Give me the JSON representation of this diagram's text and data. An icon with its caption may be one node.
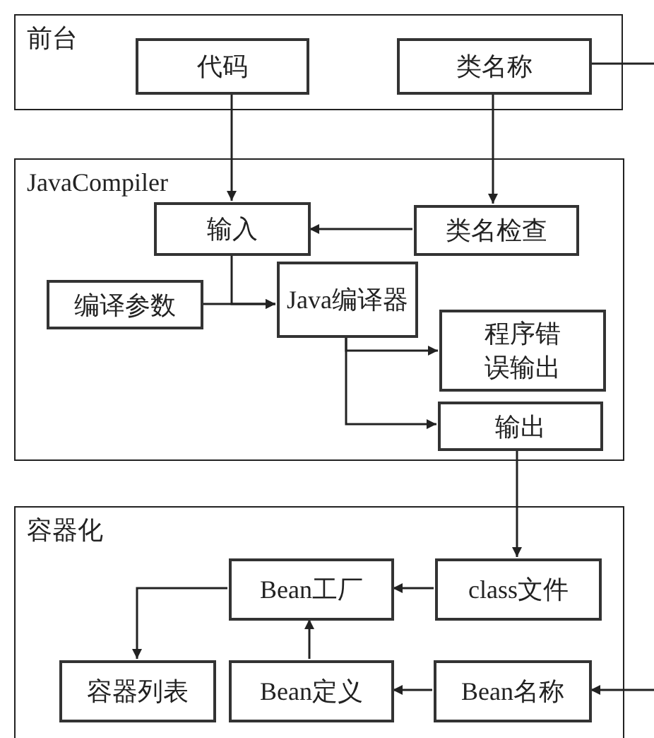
{
  "diagram": {
    "nodes": [
      {
        "text": [
          "前台"
        ]
      },
      {
        "text": [
          "代码"
        ],
        "in": 0
      },
      {
        "text": [
          "类名称"
        ],
        "in": 0
      },
      {
        "text": [
          "JavaCompiler"
        ]
      },
      {
        "text": [
          "输入"
        ],
        "in": 3
      },
      {
        "text": [
          "类名检查"
        ],
        "in": 3
      },
      {
        "text": [
          "编译参数"
        ],
        "in": 3
      },
      {
        "text": [
          "Java编译器"
        ],
        "in": 3
      },
      {
        "text": [
          "程序错误输出"
        ],
        "in": 3
      },
      {
        "text": [
          "输出"
        ],
        "in": 3
      },
      {
        "text": [
          "容器化"
        ]
      },
      {
        "text": [
          "Bean工厂"
        ],
        "in": 10
      },
      {
        "text": [
          "class文件"
        ],
        "in": 10
      },
      {
        "text": [
          "容器列表"
        ],
        "in": 10
      },
      {
        "text": [
          "Bean定义"
        ],
        "in": 10
      },
      {
        "text": [
          "Bean名称"
        ],
        "in": 10
      }
    ],
    "edges": [
      {
        "from": 1,
        "to": 4,
        "arrow": "to"
      },
      {
        "from": 2,
        "to": 5,
        "arrow": "to"
      },
      {
        "from": 5,
        "to": 4,
        "arrow": "to"
      },
      {
        "from": 6,
        "to": 7,
        "arrow": "to"
      },
      {
        "from": 4,
        "to": 7,
        "arrow": "to"
      },
      {
        "from": 7,
        "to": 8,
        "arrow": "to"
      },
      {
        "from": 7,
        "to": 9,
        "arrow": "to"
      },
      {
        "from": 9,
        "to": 12,
        "arrow": "to"
      },
      {
        "from": 12,
        "to": 11,
        "arrow": "to"
      },
      {
        "from": 11,
        "to": 13,
        "arrow": "to"
      },
      {
        "from": 14,
        "to": 11,
        "arrow": "to"
      },
      {
        "from": 15,
        "to": 14,
        "arrow": "to"
      },
      {
        "from": null,
        "to": 15,
        "arrow": "to"
      },
      {
        "from": 2,
        "to": null,
        "arrow": "none"
      }
    ]
  }
}
